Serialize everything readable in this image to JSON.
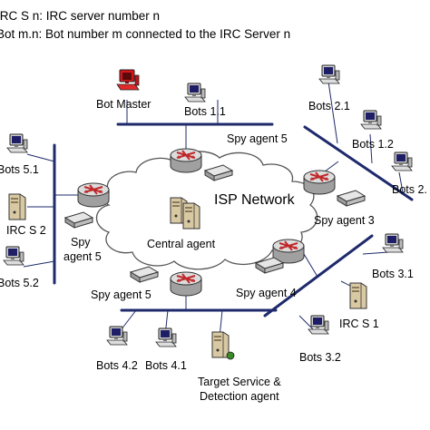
{
  "legend": {
    "line1": "IRC S n: IRC server number n",
    "line2": "Bot m.n: Bot number m connected to the IRC Server n"
  },
  "labels": {
    "bot_master": "Bot Master",
    "bots_1_1": "Bots 1.1",
    "spy_agent_5_top": "Spy agent 5",
    "bots_2_1": "Bots 2.1",
    "bots_1_2": "Bots 1.2",
    "bots_2_x": "Bots 2.",
    "bots_5_1": "Bots 5.1",
    "irc_s_2": "IRC S 2",
    "bots_5_2": "Bots 5.2",
    "isp_network": "ISP Network",
    "central_agent": "Central agent",
    "spy_agent_3": "Spy agent 3",
    "spy_left_1": "Spy",
    "spy_left_2": "agent 5",
    "spy_agent_5_bottom": "Spy agent 5",
    "spy_agent_4": "Spy agent 4",
    "bots_3_1": "Bots 3.1",
    "irc_s_1": "IRC S 1",
    "bots_3_2": "Bots 3.2",
    "bots_4_2": "Bots 4.2",
    "bots_4_1": "Bots 4.1",
    "target_1": "Target Service &",
    "target_2": "Detection agent"
  },
  "colors": {
    "cloud_fill": "#ffffff",
    "cloud_stroke": "#555555",
    "bus": "#1e2a6b",
    "router_top": "#d8d8d8",
    "router_side": "#9a9a9a",
    "router_arrow": "#c0282a",
    "bot_master_red": "#d9141b",
    "screen_blue": "#1e1e66",
    "server_beige": "#d9c9a3"
  },
  "icons": [
    "router-icon",
    "computer-icon",
    "server-icon",
    "switch-icon",
    "bot-master-icon",
    "cloud-icon"
  ]
}
